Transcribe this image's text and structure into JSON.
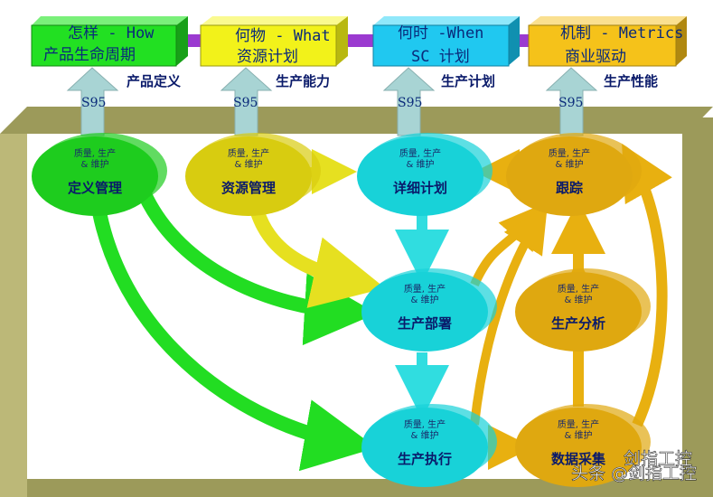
{
  "top_boxes": [
    {
      "line1": "怎样 - How",
      "line2": "产品生命周期",
      "side_label": "产品定义",
      "arrow_label": "S95",
      "color": "#22e022"
    },
    {
      "line1": "何物 - What",
      "line2": "资源计划",
      "side_label": "生产能力",
      "arrow_label": "S95",
      "color": "#f2f21a"
    },
    {
      "line1": "何时 -When",
      "line2": "SC 计划",
      "side_label": "生产计划",
      "arrow_label": "S95",
      "color": "#20c8f0"
    },
    {
      "line1": "机制 - Metrics",
      "line2": "商业驱动",
      "side_label": "生产性能",
      "arrow_label": "S95",
      "color": "#f5c21a"
    }
  ],
  "nodes": [
    {
      "sub1": "质量, 生产",
      "sub2": "& 维护",
      "name": "定义管理",
      "color": "#1ecc1e"
    },
    {
      "sub1": "质量, 生产",
      "sub2": "& 维护",
      "name": "资源管理",
      "color": "#d8cc10"
    },
    {
      "sub1": "质量, 生产",
      "sub2": "& 维护",
      "name": "详细计划",
      "color": "#18d2d8"
    },
    {
      "sub1": "质量, 生产",
      "sub2": "& 维护",
      "name": "跟踪",
      "color": "#dfa810"
    },
    {
      "sub1": "质量, 生产",
      "sub2": "& 维护",
      "name": "生产部署",
      "color": "#18d2d8"
    },
    {
      "sub1": "质量, 生产",
      "sub2": "& 维护",
      "name": "生产分析",
      "color": "#dfa810"
    },
    {
      "sub1": "质量, 生产",
      "sub2": "& 维护",
      "name": "生产执行",
      "color": "#18d2d8"
    },
    {
      "sub1": "质量, 生产",
      "sub2": "& 维护",
      "name": "数据采集",
      "color": "#dfa810"
    }
  ],
  "watermark": {
    "text": "头条 @剑指工控",
    "text2": "剑指工控"
  }
}
